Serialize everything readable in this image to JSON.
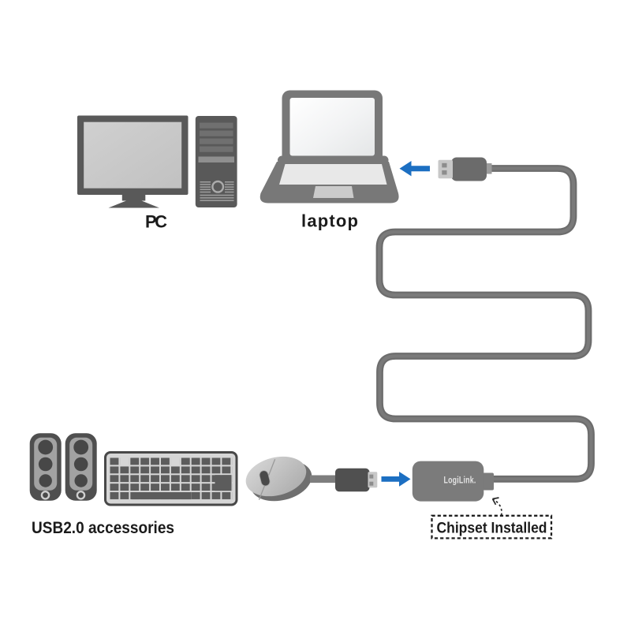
{
  "labels": {
    "pc": "PC",
    "laptop": "laptop",
    "accessories": "USB2.0 accessories",
    "chipset_callout": "Chipset Installed",
    "adapter_brand": "LogiLink."
  },
  "colors": {
    "arrow_blue": "#1c6fc2",
    "cable_gray": "#6d6d6d",
    "cable_core_gray": "#7a7a7a",
    "device_dark_gray": "#595959",
    "device_mid_gray": "#787878",
    "adapter_gray": "#7b7b7b",
    "connector_body_gray": "#6b6b6b",
    "connector_dark_gray": "#505050",
    "metal_tip_gray": "#c8c8c8",
    "label_black": "#1b1b1b",
    "background": "#ffffff"
  },
  "icons": {
    "desktop_pc": "desktop-pc-icon",
    "laptop": "laptop-icon",
    "usb_plug_to_laptop": "usb-a-plug-icon",
    "usb_plug_to_adapter": "usb-a-plug-icon",
    "extension_cable": "cable-icon",
    "speakers": "speakers-icon",
    "keyboard": "keyboard-icon",
    "mouse": "mouse-icon",
    "adapter": "usb-extension-adapter-icon",
    "arrow_to_laptop": "arrow-left-icon",
    "arrow_to_adapter": "arrow-right-icon",
    "chipset_pointer": "dashed-callout-arrow-icon"
  }
}
